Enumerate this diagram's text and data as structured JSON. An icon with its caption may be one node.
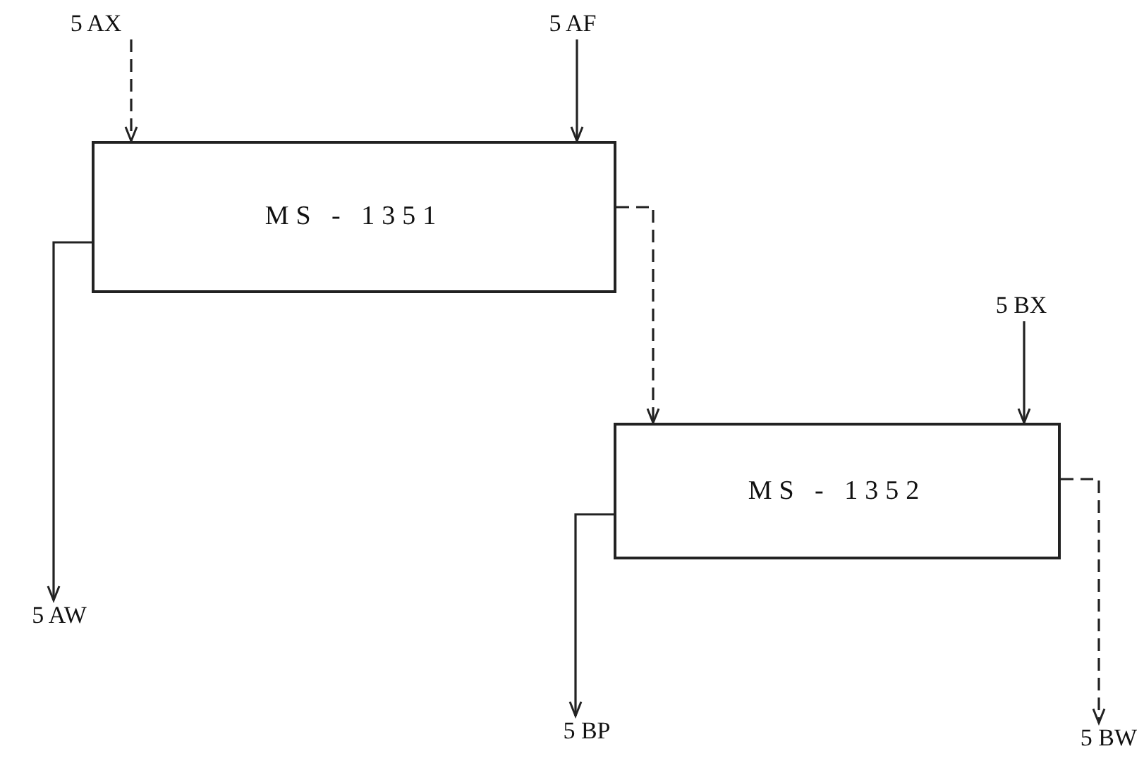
{
  "diagram": {
    "nodes": [
      {
        "text": [
          "5 AX"
        ]
      },
      {
        "text": [
          "5 AF"
        ]
      },
      {
        "text": [
          "MS - 1351"
        ]
      },
      {
        "text": [
          "5 BX"
        ]
      },
      {
        "text": [
          "MS - 1352"
        ]
      },
      {
        "text": [
          "5 AW"
        ]
      },
      {
        "text": [
          "5 BP"
        ]
      },
      {
        "text": [
          "5 BW"
        ]
      }
    ],
    "edges": [
      {
        "from": 0,
        "to": 2,
        "arrow": "to",
        "style": "dashed"
      },
      {
        "from": 1,
        "to": 2,
        "arrow": "to"
      },
      {
        "from": 2,
        "to": 4,
        "arrow": "to",
        "style": "dashed"
      },
      {
        "from": 3,
        "to": 4,
        "arrow": "to"
      },
      {
        "from": 2,
        "to": 5,
        "arrow": "to"
      },
      {
        "from": 4,
        "to": 6,
        "arrow": "to"
      },
      {
        "from": 4,
        "to": 7,
        "arrow": "to",
        "style": "dashed"
      }
    ]
  }
}
